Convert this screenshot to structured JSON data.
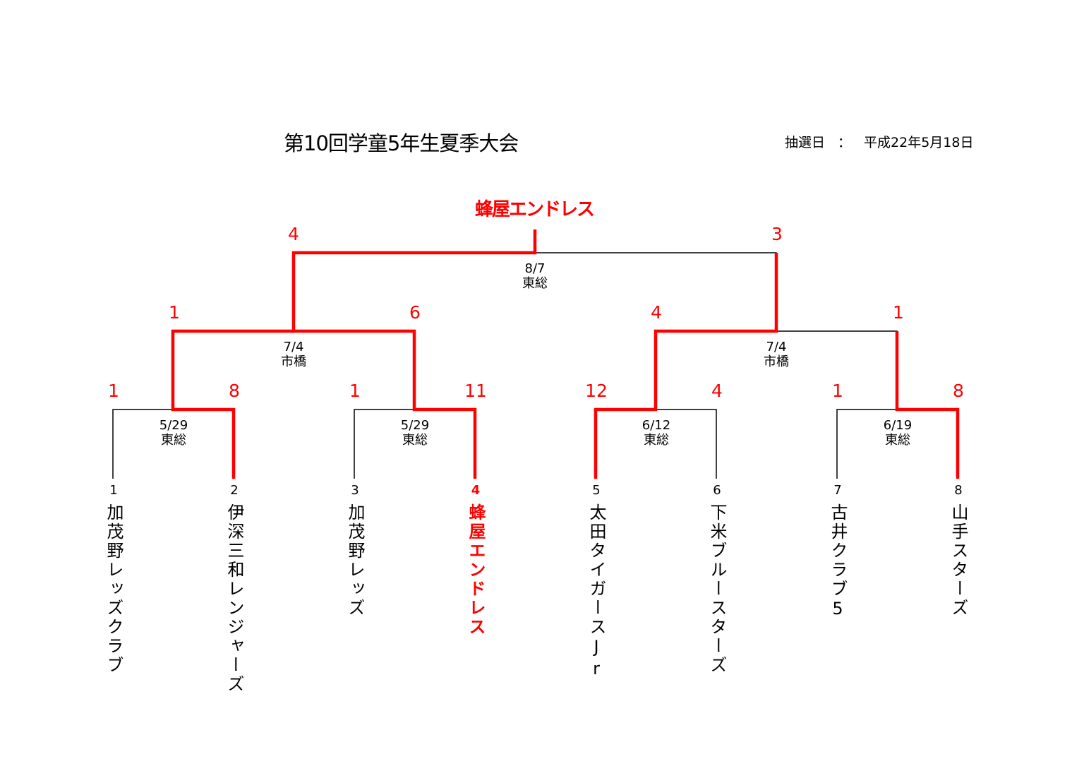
{
  "header": {
    "title": "第10回学童5年生夏季大会",
    "draw_label": "抽選日",
    "draw_sep": "：",
    "draw_date": "平成22年5月18日"
  },
  "champion": "蜂屋エンドレス",
  "colors": {
    "winner": "#ff0000",
    "line": "#000000"
  },
  "teams": [
    {
      "seed": "1",
      "name": "加茂野レッズクラブ"
    },
    {
      "seed": "2",
      "name": "伊深三和レンジャーズ"
    },
    {
      "seed": "3",
      "name": "加茂野レッズ"
    },
    {
      "seed": "4",
      "name": "蜂屋エンドレス"
    },
    {
      "seed": "5",
      "name": "太田タイガースJr"
    },
    {
      "seed": "6",
      "name": "下米ブルースターズ"
    },
    {
      "seed": "7",
      "name": "古井クラブ5"
    },
    {
      "seed": "8",
      "name": "山手スターズ"
    }
  ],
  "round1": [
    {
      "date": "5/29",
      "venue": "東総",
      "scores": [
        "1",
        "8"
      ]
    },
    {
      "date": "5/29",
      "venue": "東総",
      "scores": [
        "1",
        "11"
      ]
    },
    {
      "date": "6/12",
      "venue": "東総",
      "scores": [
        "12",
        "4"
      ]
    },
    {
      "date": "6/19",
      "venue": "東総",
      "scores": [
        "1",
        "8"
      ]
    }
  ],
  "semifinals": [
    {
      "date": "7/4",
      "venue": "市橋",
      "scores": [
        "1",
        "6"
      ]
    },
    {
      "date": "7/4",
      "venue": "市橋",
      "scores": [
        "4",
        "1"
      ]
    }
  ],
  "final": {
    "date": "8/7",
    "venue": "東総",
    "scores": [
      "4",
      "3"
    ]
  }
}
